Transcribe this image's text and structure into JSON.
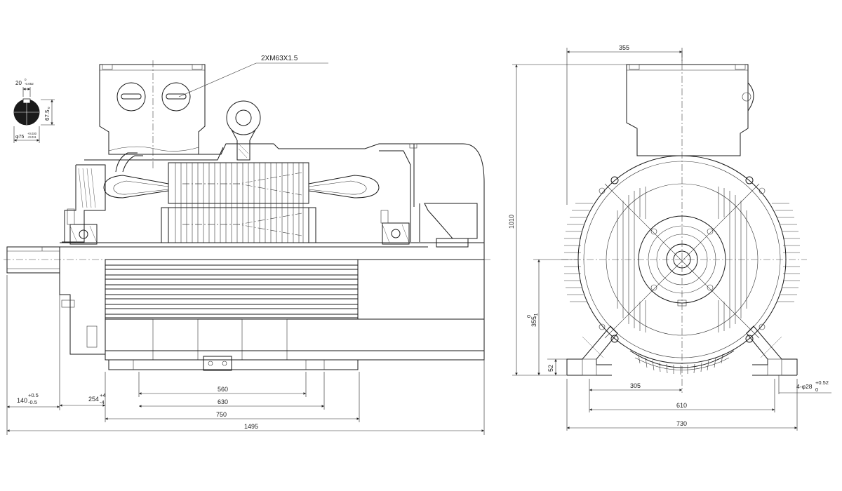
{
  "drawing": {
    "thread_note": "2XM63X1.5",
    "keyway": {
      "key_width": "20",
      "key_width_tol_upper": "0",
      "key_width_tol_lower": "-0.052",
      "key_depth": "67.5",
      "key_depth_tol": "0",
      "shaft_dia": "φ75",
      "shaft_dia_tol_upper": "+0.030",
      "shaft_dia_tol_lower": "+0.011"
    },
    "side_view": {
      "dim_shaft_ext": "140",
      "dim_shaft_ext_tol_upper": "+0.5",
      "dim_shaft_ext_tol_lower": "-0.5",
      "dim_254": "254",
      "dim_254_tol_upper": "+4",
      "dim_254_tol_lower": "-4",
      "dim_560": "560",
      "dim_630": "630",
      "dim_750": "750",
      "dim_1495": "1495"
    },
    "end_view": {
      "dim_355_top": "355",
      "dim_1010": "1010",
      "dim_shaft_height": "355",
      "dim_shaft_height_tol_upper": "0",
      "dim_shaft_height_tol_lower": "-1",
      "dim_52": "52",
      "dim_305": "305",
      "dim_610": "610",
      "dim_730": "730",
      "hole_note": "4-φ28",
      "hole_tol_upper": "+0.52",
      "hole_tol_lower": "0"
    }
  }
}
